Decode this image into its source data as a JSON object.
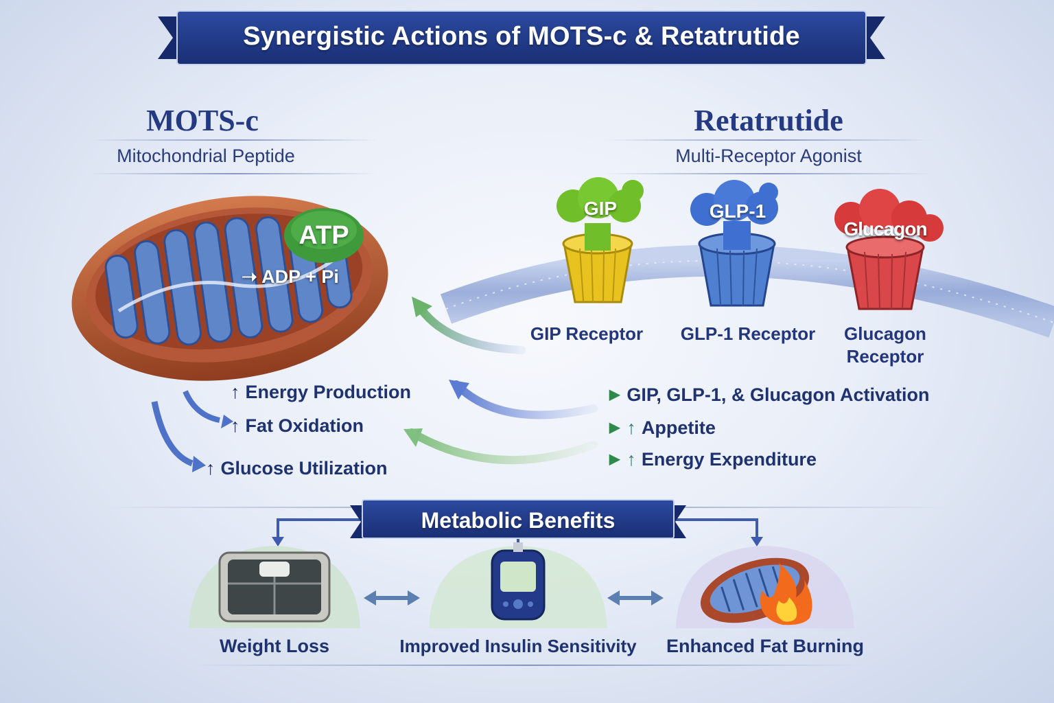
{
  "title": "Synergistic Actions of MOTS-c & Retatrutide",
  "mots_c": {
    "title": "MOTS-c",
    "subtitle": "Mitochondrial Peptide",
    "atp": "ATP",
    "adp": "ADP + Pi",
    "effects": [
      "Energy Production",
      "Fat Oxidation",
      "Glucose Utilization"
    ],
    "effect_arrow": "↑"
  },
  "retatrutide": {
    "title": "Retatrutide",
    "subtitle": "Multi-Receptor Agonist",
    "receptors": [
      {
        "ligand": "GIP",
        "label": "GIP Receptor",
        "color": "#e8c21e",
        "ligand_color": "#6fbe2a"
      },
      {
        "ligand": "GLP-1",
        "label": "GLP-1 Receptor",
        "color": "#4f7fd0",
        "ligand_color": "#3f6fd0"
      },
      {
        "ligand": "Glucagon",
        "label": "Glucagon Receptor",
        "color": "#d9474a",
        "ligand_color": "#d63a3a"
      }
    ],
    "effects": [
      "GIP, GLP-1, & Glucagon Activation",
      "Appetite",
      "Energy Expenditure"
    ]
  },
  "benefits": {
    "title": "Metabolic Benefits",
    "items": [
      {
        "label": "Weight Loss",
        "icon": "scale-icon"
      },
      {
        "label": "Improved Insulin Sensitivity",
        "icon": "glucometer-icon"
      },
      {
        "label": "Enhanced Fat Burning",
        "icon": "mitochondrion-flame-icon"
      }
    ]
  },
  "colors": {
    "navy": "#1f3a8a",
    "accent_green": "#2d8a4a",
    "membrane": "#8fa6d8"
  }
}
